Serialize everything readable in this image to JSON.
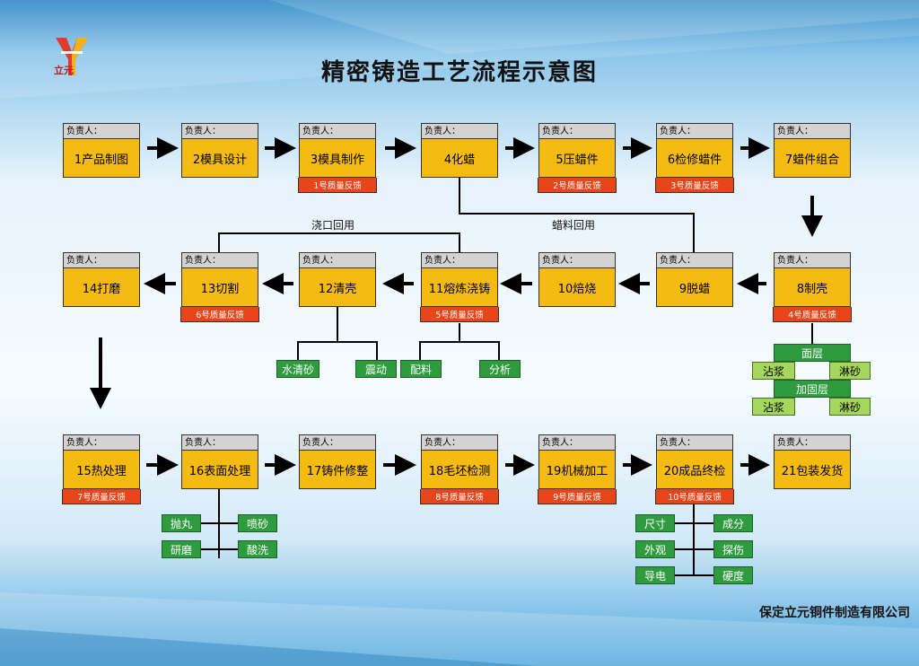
{
  "header": {
    "title": "精密铸造工艺流程示意图",
    "logo_text": "立元",
    "company": "保定立元铜件制造有限公司"
  },
  "colors": {
    "step_fill": "#f6bb10",
    "qc_fill": "#e8451b",
    "green": "#2e9b3e",
    "light_green": "#a6d65d",
    "header_fill": "#d3d3d3"
  },
  "responsible_label": "负责人：",
  "steps": [
    {
      "id": "1",
      "label": "1产品制图",
      "qc": ""
    },
    {
      "id": "2",
      "label": "2模具设计",
      "qc": ""
    },
    {
      "id": "3",
      "label": "3模具制作",
      "qc": "1号质量反馈"
    },
    {
      "id": "4",
      "label": "4化蜡",
      "qc": ""
    },
    {
      "id": "5",
      "label": "5压蜡件",
      "qc": "2号质量反馈"
    },
    {
      "id": "6",
      "label": "6检修蜡件",
      "qc": "3号质量反馈"
    },
    {
      "id": "7",
      "label": "7蜡件组合",
      "qc": ""
    },
    {
      "id": "8",
      "label": "8制壳",
      "qc": "4号质量反馈"
    },
    {
      "id": "9",
      "label": "9脱蜡",
      "qc": ""
    },
    {
      "id": "10",
      "label": "10焙烧",
      "qc": ""
    },
    {
      "id": "11",
      "label": "11熔炼浇铸",
      "qc": "5号质量反馈"
    },
    {
      "id": "12",
      "label": "12清壳",
      "qc": ""
    },
    {
      "id": "13",
      "label": "13切割",
      "qc": "6号质量反馈"
    },
    {
      "id": "14",
      "label": "14打磨",
      "qc": ""
    },
    {
      "id": "15",
      "label": "15热处理",
      "qc": "7号质量反馈"
    },
    {
      "id": "16",
      "label": "16表面处理",
      "qc": ""
    },
    {
      "id": "17",
      "label": "17铸件修整",
      "qc": ""
    },
    {
      "id": "18",
      "label": "18毛坯检测",
      "qc": "8号质量反馈"
    },
    {
      "id": "19",
      "label": "19机械加工",
      "qc": "9号质量反馈"
    },
    {
      "id": "20",
      "label": "20成品终检",
      "qc": "10号质量反馈"
    },
    {
      "id": "21",
      "label": "21包装发货",
      "qc": ""
    }
  ],
  "loop_labels": {
    "sprue_recycle": "浇口回用",
    "wax_recycle": "蜡料回用"
  },
  "substeps": {
    "shell": {
      "face_layer": "面层",
      "reinforce_layer": "加固层",
      "dip": "沾浆",
      "sand": "淋砂"
    },
    "clean": [
      "水清砂",
      "震动"
    ],
    "melt": [
      "配料",
      "分析"
    ],
    "surface": [
      "抛丸",
      "喷砂",
      "研磨",
      "酸洗"
    ],
    "inspect": [
      "尺寸",
      "成分",
      "外观",
      "探伤",
      "导电",
      "硬度"
    ]
  }
}
